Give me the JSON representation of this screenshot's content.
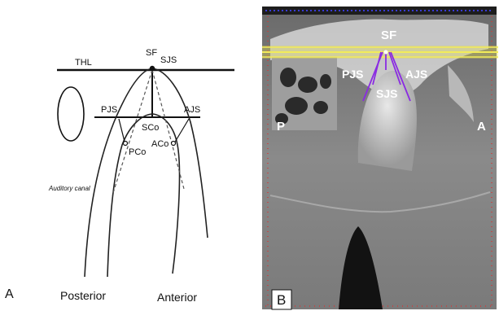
{
  "panel_a": {
    "panel_letter": "A",
    "labels": {
      "thl": "THL",
      "sf": "SF",
      "sjs": "SJS",
      "pjs": "PJS",
      "ajs": "AJS",
      "sco": "SCo",
      "pco": "PCo",
      "aco": "ACo",
      "auditory_canal": "Auditory canal",
      "posterior": "Posterior",
      "anterior": "Anterior"
    }
  },
  "panel_b": {
    "panel_letter": "B",
    "labels": {
      "sf": "SF",
      "pjs": "PJS",
      "sjs": "SJS",
      "ajs": "AJS",
      "p": "P",
      "a": "A"
    },
    "colors": {
      "highlight_band": "#e6e04a",
      "marker_lines": "#8a2be2",
      "scan_background": "#7b7b7b",
      "top_ruler": "#3a3ad8",
      "side_ruler": "#d23a3a"
    }
  }
}
